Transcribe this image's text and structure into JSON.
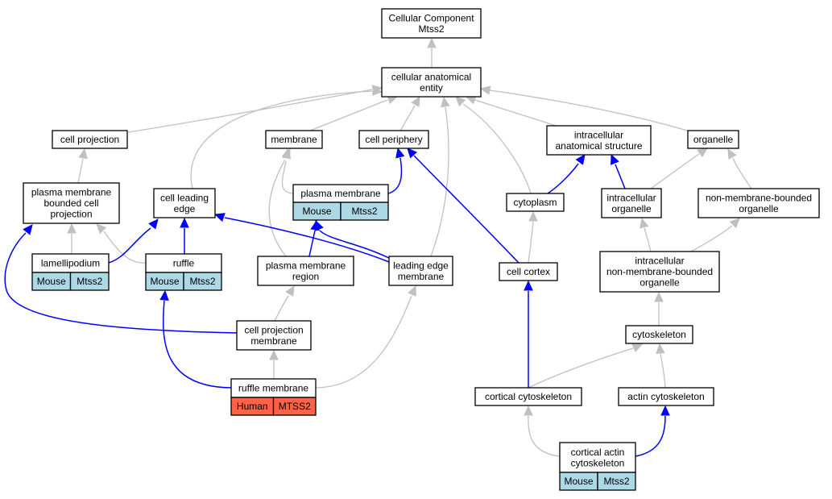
{
  "colors": {
    "edge_gray": "#c0c0c0",
    "edge_blue": "#0000ff",
    "mouse_cell": "#add8e6",
    "human_cell": "#ff6347"
  },
  "nodes": [
    {
      "id": "cc",
      "lines": [
        "Cellular Component",
        "Mtss2"
      ]
    },
    {
      "id": "cae",
      "lines": [
        "cellular anatomical",
        "entity"
      ]
    },
    {
      "id": "cellproj",
      "lines": [
        "cell projection"
      ]
    },
    {
      "id": "membrane",
      "lines": [
        "membrane"
      ]
    },
    {
      "id": "cellper",
      "lines": [
        "cell periphery"
      ]
    },
    {
      "id": "ias",
      "lines": [
        "intracellular",
        "anatomical structure"
      ]
    },
    {
      "id": "organelle",
      "lines": [
        "organelle"
      ]
    },
    {
      "id": "pmbcp",
      "lines": [
        "plasma membrane",
        "bounded cell",
        "projection"
      ]
    },
    {
      "id": "cle",
      "lines": [
        "cell leading",
        "edge"
      ]
    },
    {
      "id": "pm",
      "lines": [
        "plasma membrane"
      ],
      "species": "Mouse",
      "gene": "Mtss2"
    },
    {
      "id": "cytoplasm",
      "lines": [
        "cytoplasm"
      ]
    },
    {
      "id": "io",
      "lines": [
        "intracellular",
        "organelle"
      ]
    },
    {
      "id": "nmbo",
      "lines": [
        "non-membrane-bounded",
        "organelle"
      ]
    },
    {
      "id": "lamelli",
      "lines": [
        "lamellipodium"
      ],
      "species": "Mouse",
      "gene": "Mtss2"
    },
    {
      "id": "ruffle",
      "lines": [
        "ruffle"
      ],
      "species": "Mouse",
      "gene": "Mtss2"
    },
    {
      "id": "pmr",
      "lines": [
        "plasma membrane",
        "region"
      ]
    },
    {
      "id": "lem",
      "lines": [
        "leading edge",
        "membrane"
      ]
    },
    {
      "id": "cortex",
      "lines": [
        "cell cortex"
      ]
    },
    {
      "id": "inmbo",
      "lines": [
        "intracellular",
        "non-membrane-bounded",
        "organelle"
      ]
    },
    {
      "id": "cpm",
      "lines": [
        "cell projection",
        "membrane"
      ]
    },
    {
      "id": "cytoskel",
      "lines": [
        "cytoskeleton"
      ]
    },
    {
      "id": "ruffmem",
      "lines": [
        "ruffle membrane"
      ],
      "species": "Human",
      "gene": "MTSS2"
    },
    {
      "id": "corcyto",
      "lines": [
        "cortical cytoskeleton"
      ]
    },
    {
      "id": "actcyto",
      "lines": [
        "actin cytoskeleton"
      ]
    },
    {
      "id": "cac",
      "lines": [
        "cortical actin",
        "cytoskeleton"
      ],
      "species": "Mouse",
      "gene": "Mtss2"
    }
  ],
  "edges": [
    {
      "from": "cae",
      "to": "cc",
      "color": "gray"
    },
    {
      "from": "cellproj",
      "to": "cae",
      "color": "gray"
    },
    {
      "from": "membrane",
      "to": "cae",
      "color": "gray"
    },
    {
      "from": "cellper",
      "to": "cae",
      "color": "gray"
    },
    {
      "from": "ias",
      "to": "cae",
      "color": "gray"
    },
    {
      "from": "organelle",
      "to": "cae",
      "color": "gray"
    },
    {
      "from": "cle",
      "to": "cae",
      "color": "gray"
    },
    {
      "from": "cytoplasm",
      "to": "cae",
      "color": "gray"
    },
    {
      "from": "lem",
      "to": "cae",
      "color": "gray"
    },
    {
      "from": "pmbcp",
      "to": "cellproj",
      "color": "gray"
    },
    {
      "from": "pm",
      "to": "membrane",
      "color": "gray"
    },
    {
      "from": "pmr",
      "to": "membrane",
      "color": "gray"
    },
    {
      "from": "pm",
      "to": "cellper",
      "color": "blue"
    },
    {
      "from": "cortex",
      "to": "cellper",
      "color": "blue"
    },
    {
      "from": "cytoplasm",
      "to": "ias",
      "color": "blue"
    },
    {
      "from": "io",
      "to": "ias",
      "color": "blue"
    },
    {
      "from": "io",
      "to": "organelle",
      "color": "gray"
    },
    {
      "from": "nmbo",
      "to": "organelle",
      "color": "gray"
    },
    {
      "from": "lamelli",
      "to": "pmbcp",
      "color": "gray"
    },
    {
      "from": "ruffle",
      "to": "pmbcp",
      "color": "gray"
    },
    {
      "from": "cpm",
      "to": "pmbcp",
      "color": "blue"
    },
    {
      "from": "lamelli",
      "to": "cle",
      "color": "blue"
    },
    {
      "from": "ruffle",
      "to": "cle",
      "color": "blue"
    },
    {
      "from": "lem",
      "to": "cle",
      "color": "blue"
    },
    {
      "from": "pmr",
      "to": "pm",
      "color": "blue"
    },
    {
      "from": "lem",
      "to": "pm",
      "color": "blue"
    },
    {
      "from": "cortex",
      "to": "cytoplasm",
      "color": "gray"
    },
    {
      "from": "inmbo",
      "to": "io",
      "color": "gray"
    },
    {
      "from": "inmbo",
      "to": "nmbo",
      "color": "gray"
    },
    {
      "from": "ruffmem",
      "to": "ruffle",
      "color": "blue"
    },
    {
      "from": "ruffmem",
      "to": "lem",
      "color": "gray"
    },
    {
      "from": "cpm",
      "to": "pmr",
      "color": "gray"
    },
    {
      "from": "ruffmem",
      "to": "cpm",
      "color": "gray"
    },
    {
      "from": "cytoskel",
      "to": "inmbo",
      "color": "gray"
    },
    {
      "from": "corcyto",
      "to": "cytoskel",
      "color": "gray"
    },
    {
      "from": "actcyto",
      "to": "cytoskel",
      "color": "gray"
    },
    {
      "from": "corcyto",
      "to": "cortex",
      "color": "blue"
    },
    {
      "from": "cac",
      "to": "corcyto",
      "color": "gray"
    },
    {
      "from": "cac",
      "to": "actcyto",
      "color": "blue"
    }
  ]
}
